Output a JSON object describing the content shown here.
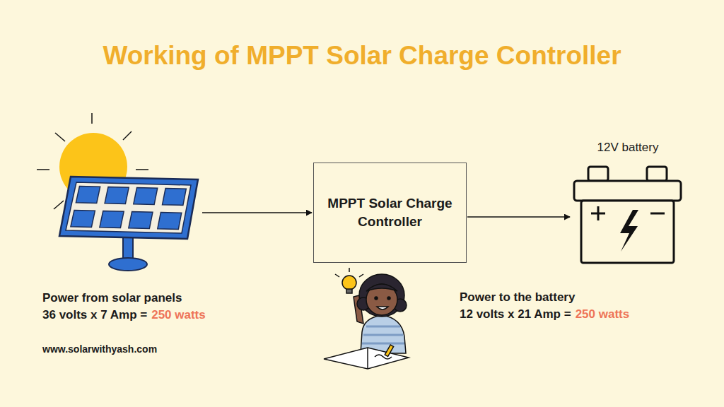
{
  "diagram": {
    "title": "Working of MPPT Solar Charge Controller",
    "nodes": [
      {
        "text": [
          "Power from solar panels",
          "36 volts x 7 Amp =",
          "250 watts"
        ]
      },
      {
        "text": [
          "MPPT Solar Charge Controller"
        ]
      },
      {
        "text": [
          "12V battery",
          "Power to the battery",
          "12 volts x 21 Amp =",
          "250 watts"
        ]
      }
    ],
    "edges": [
      {
        "from": 0,
        "to": 1,
        "arrow": "to"
      },
      {
        "from": 1,
        "to": 2,
        "arrow": "to"
      }
    ],
    "labels": [
      "www.solarwithyash.com"
    ]
  }
}
